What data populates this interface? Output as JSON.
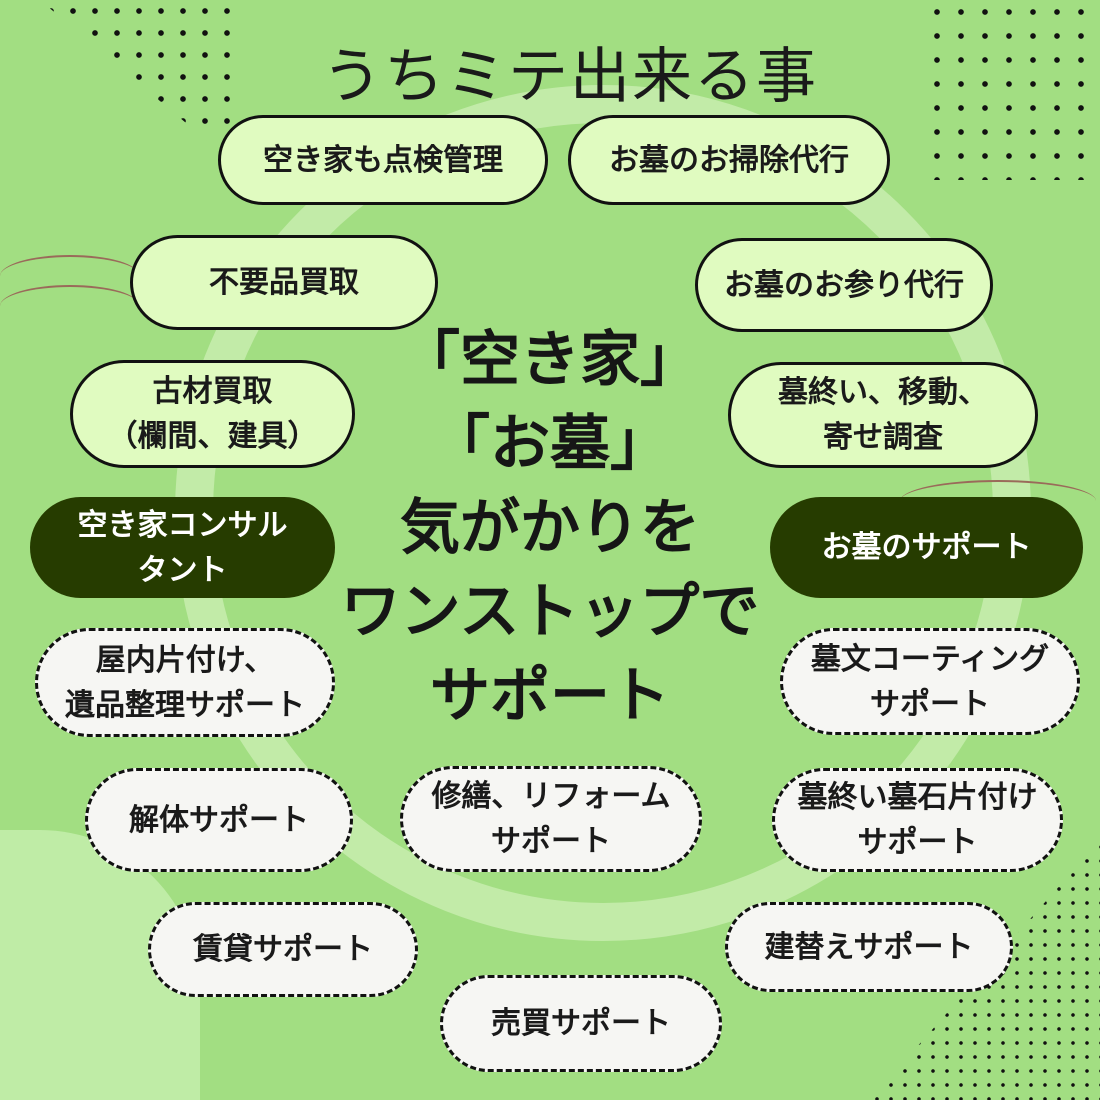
{
  "title": "うちミテ出来る事",
  "center_message": [
    "「空き家」",
    "「お墓」",
    "気がかりを",
    "ワンストップで",
    "サポート"
  ],
  "services": {
    "akiya_inspection": "空き家も点検管理",
    "grave_cleaning": "お墓のお掃除代行",
    "unwanted_purchase": "不要品買取",
    "grave_visit": "お墓のお参り代行",
    "old_material_line1": "古材買取",
    "old_material_line2": "（欄間、建具）",
    "grave_closing_line1": "墓終い、移動、",
    "grave_closing_line2": "寄せ調査",
    "akiya_consultant_line1": "空き家コンサル",
    "akiya_consultant_line2": "タント",
    "grave_support": "お墓のサポート",
    "tidying_line1": "屋内片付け、",
    "tidying_line2": "遺品整理サポート",
    "gravestone_coating_line1": "墓文コーティング",
    "gravestone_coating_line2": "サポート",
    "demolition": "解体サポート",
    "repair_line1": "修繕、リフォーム",
    "repair_line2": "サポート",
    "gravestone_removal_line1": "墓終い墓石片付け",
    "gravestone_removal_line2": "サポート",
    "rental": "賃貸サポート",
    "rebuild": "建替えサポート",
    "sale": "売買サポート"
  },
  "colors": {
    "background": "#a2de82",
    "light_pill": "#e0fbc0",
    "dark_pill": "#263c00",
    "dashed_pill": "#f6f6f3"
  }
}
